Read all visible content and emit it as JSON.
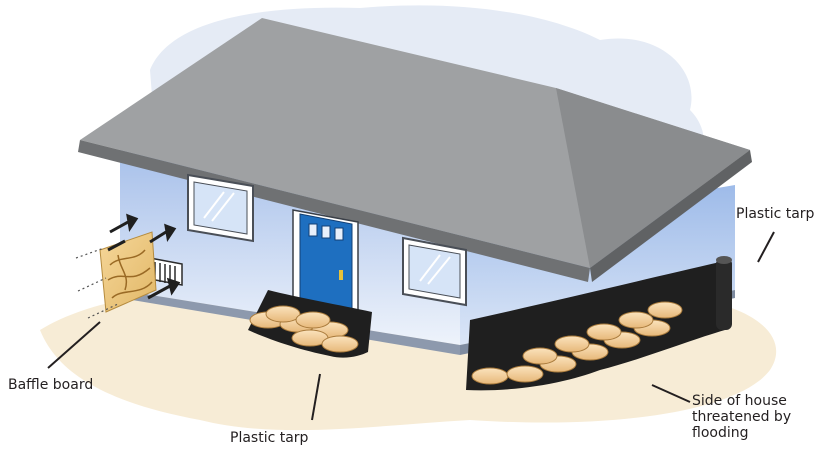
{
  "labels": {
    "plastic_tarp_right": "Plastic tarp",
    "baffle_board": "Baffle board",
    "plastic_tarp_front": "Plastic tarp",
    "side_of_house": [
      "Side of house",
      "threatened by",
      "flooding"
    ]
  },
  "colors": {
    "roof_top": "#9fa1a3",
    "roof_side": "#8a8c8e",
    "wall_front": "#c9d8f0",
    "wall_side": "#a9c2ec",
    "door": "#1e6fc0",
    "ground": "#f6ead3",
    "sky": "#e3e9f4",
    "tarp": "#1f1f1f",
    "sandbag": "#f2cf9a"
  }
}
